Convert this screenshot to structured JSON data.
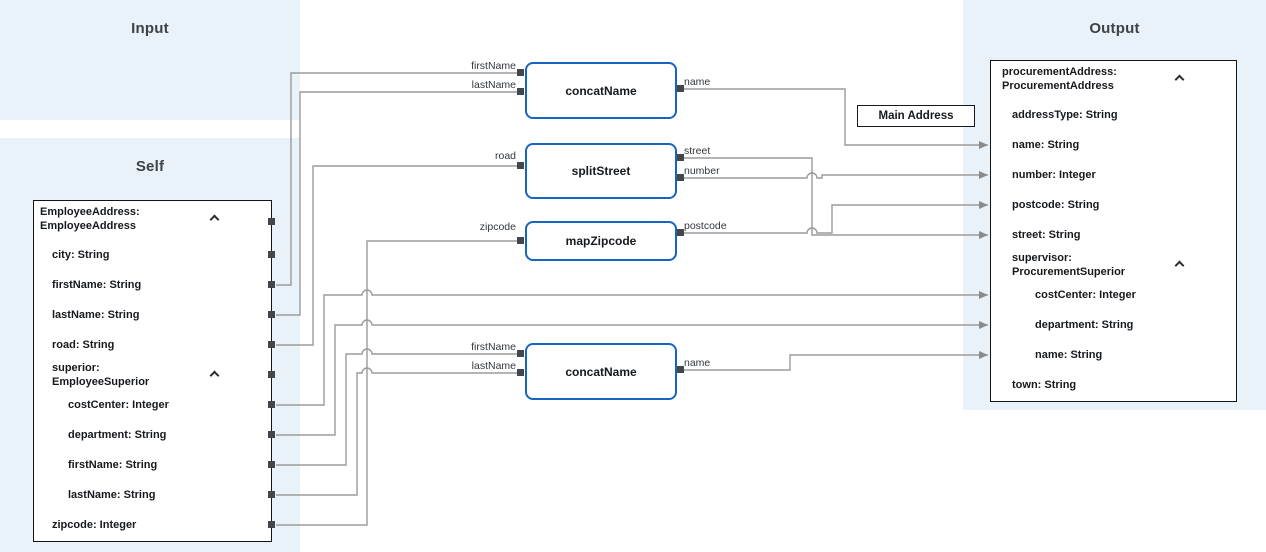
{
  "panels": {
    "input": {
      "title": "Input"
    },
    "self": {
      "title": "Self"
    },
    "output": {
      "title": "Output"
    }
  },
  "self_tree": {
    "root_line1": "EmployeeAddress:",
    "root_line2": "EmployeeAddress",
    "city": "city: String",
    "firstName": "firstName: String",
    "lastName": "lastName: String",
    "road": "road: String",
    "superior_line1": "superior:",
    "superior_line2": "EmployeeSuperior",
    "sup_costCenter": "costCenter: Integer",
    "sup_department": "department: String",
    "sup_firstName": "firstName: String",
    "sup_lastName": "lastName: String",
    "zipcode": "zipcode: Integer"
  },
  "output_tree": {
    "root_line1": "procurementAddress:",
    "root_line2": "ProcurementAddress",
    "addressType": "addressType: String",
    "name": "name: String",
    "number": "number: Integer",
    "postcode": "postcode: String",
    "street": "street: String",
    "supervisor_line1": "supervisor:",
    "supervisor_line2": "ProcurementSuperior",
    "sup_costCenter": "costCenter: Integer",
    "sup_department": "department: String",
    "sup_name": "name: String",
    "town": "town: String"
  },
  "transforms": {
    "concat1": {
      "label": "concatName",
      "in1": "firstName",
      "in2": "lastName",
      "out": "name"
    },
    "split": {
      "label": "splitStreet",
      "in1": "road",
      "out1": "street",
      "out2": "number"
    },
    "mapzip": {
      "label": "mapZipcode",
      "in1": "zipcode",
      "out1": "postcode"
    },
    "concat2": {
      "label": "concatName",
      "in1": "firstName",
      "in2": "lastName",
      "out": "name"
    }
  },
  "annotation": {
    "label": "Main Address"
  },
  "colors": {
    "panel_bg": "#e9f2f8",
    "transform_border": "#1665c0",
    "connector": "#9b9b9b",
    "text_dark": "#16191d"
  }
}
